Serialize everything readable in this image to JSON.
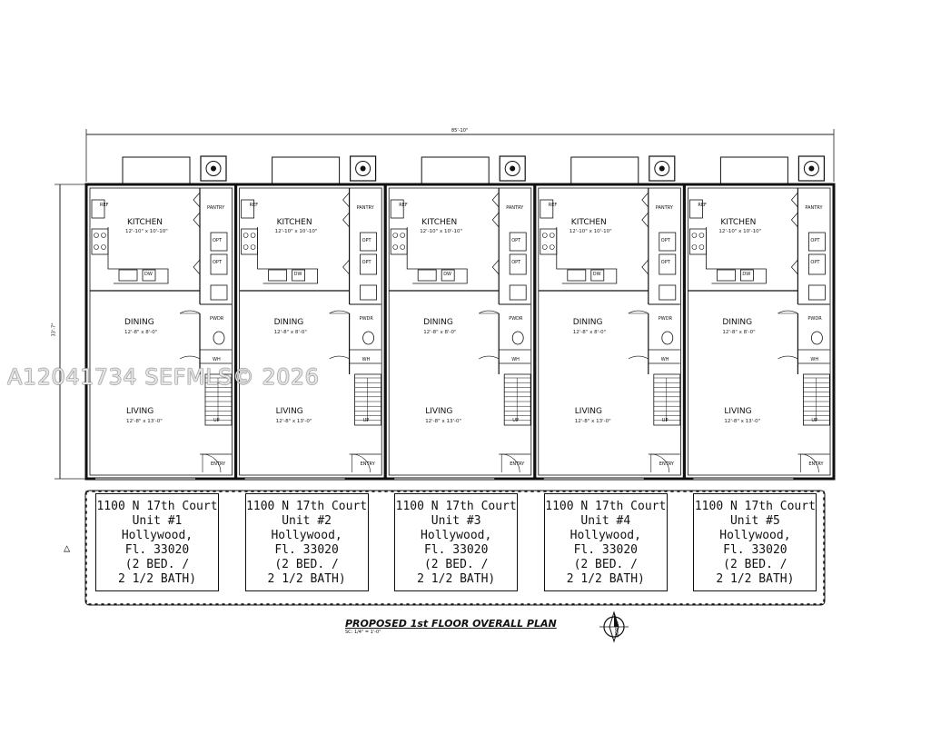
{
  "plan": {
    "overall_dimension": "85'-10\"",
    "depth_dimension": "33'-7\"",
    "title": "PROPOSED 1st FLOOR OVERALL PLAN",
    "scale": "SC: 1/4\" = 1'-0\"",
    "north_label": "NORTH",
    "revision_icon": "warning-triangle-icon"
  },
  "room_labels": {
    "kitchen": "KITCHEN",
    "kitchen_dim": "12'-10\" x 10'-10\"",
    "dining": "DINING",
    "dining_dim": "12'-8\" x 8'-0\"",
    "living": "LIVING",
    "living_dim": "12'-8\" x 13'-0\"",
    "pantry": "PANTRY",
    "entry": "ENTRY",
    "ref": "REF",
    "dw": "DW",
    "powder": "PWDR",
    "wh": "WH",
    "up": "UP",
    "opt1": "OPT",
    "opt2": "OPT"
  },
  "units": [
    {
      "address": "1100 N 17th Court",
      "unit": "Unit #1",
      "city": "Hollywood,",
      "state_zip": "Fl. 33020",
      "beds": "(2 BED. /",
      "baths": "2 1/2 BATH)"
    },
    {
      "address": "1100 N 17th Court",
      "unit": "Unit #2",
      "city": "Hollywood,",
      "state_zip": "Fl. 33020",
      "beds": "(2 BED. /",
      "baths": "2 1/2 BATH)"
    },
    {
      "address": "1100 N 17th Court",
      "unit": "Unit #3",
      "city": "Hollywood,",
      "state_zip": "Fl. 33020",
      "beds": "(2 BED. /",
      "baths": "2 1/2 BATH)"
    },
    {
      "address": "1100 N 17th Court",
      "unit": "Unit #4",
      "city": "Hollywood,",
      "state_zip": "Fl. 33020",
      "beds": "(2 BED. /",
      "baths": "2 1/2 BATH)"
    },
    {
      "address": "1100 N 17th Court",
      "unit": "Unit #5",
      "city": "Hollywood,",
      "state_zip": "Fl. 33020",
      "beds": "(2 BED. /",
      "baths": "2 1/2 BATH)"
    }
  ],
  "watermark": "A12041734 SEFMLS© 2026"
}
